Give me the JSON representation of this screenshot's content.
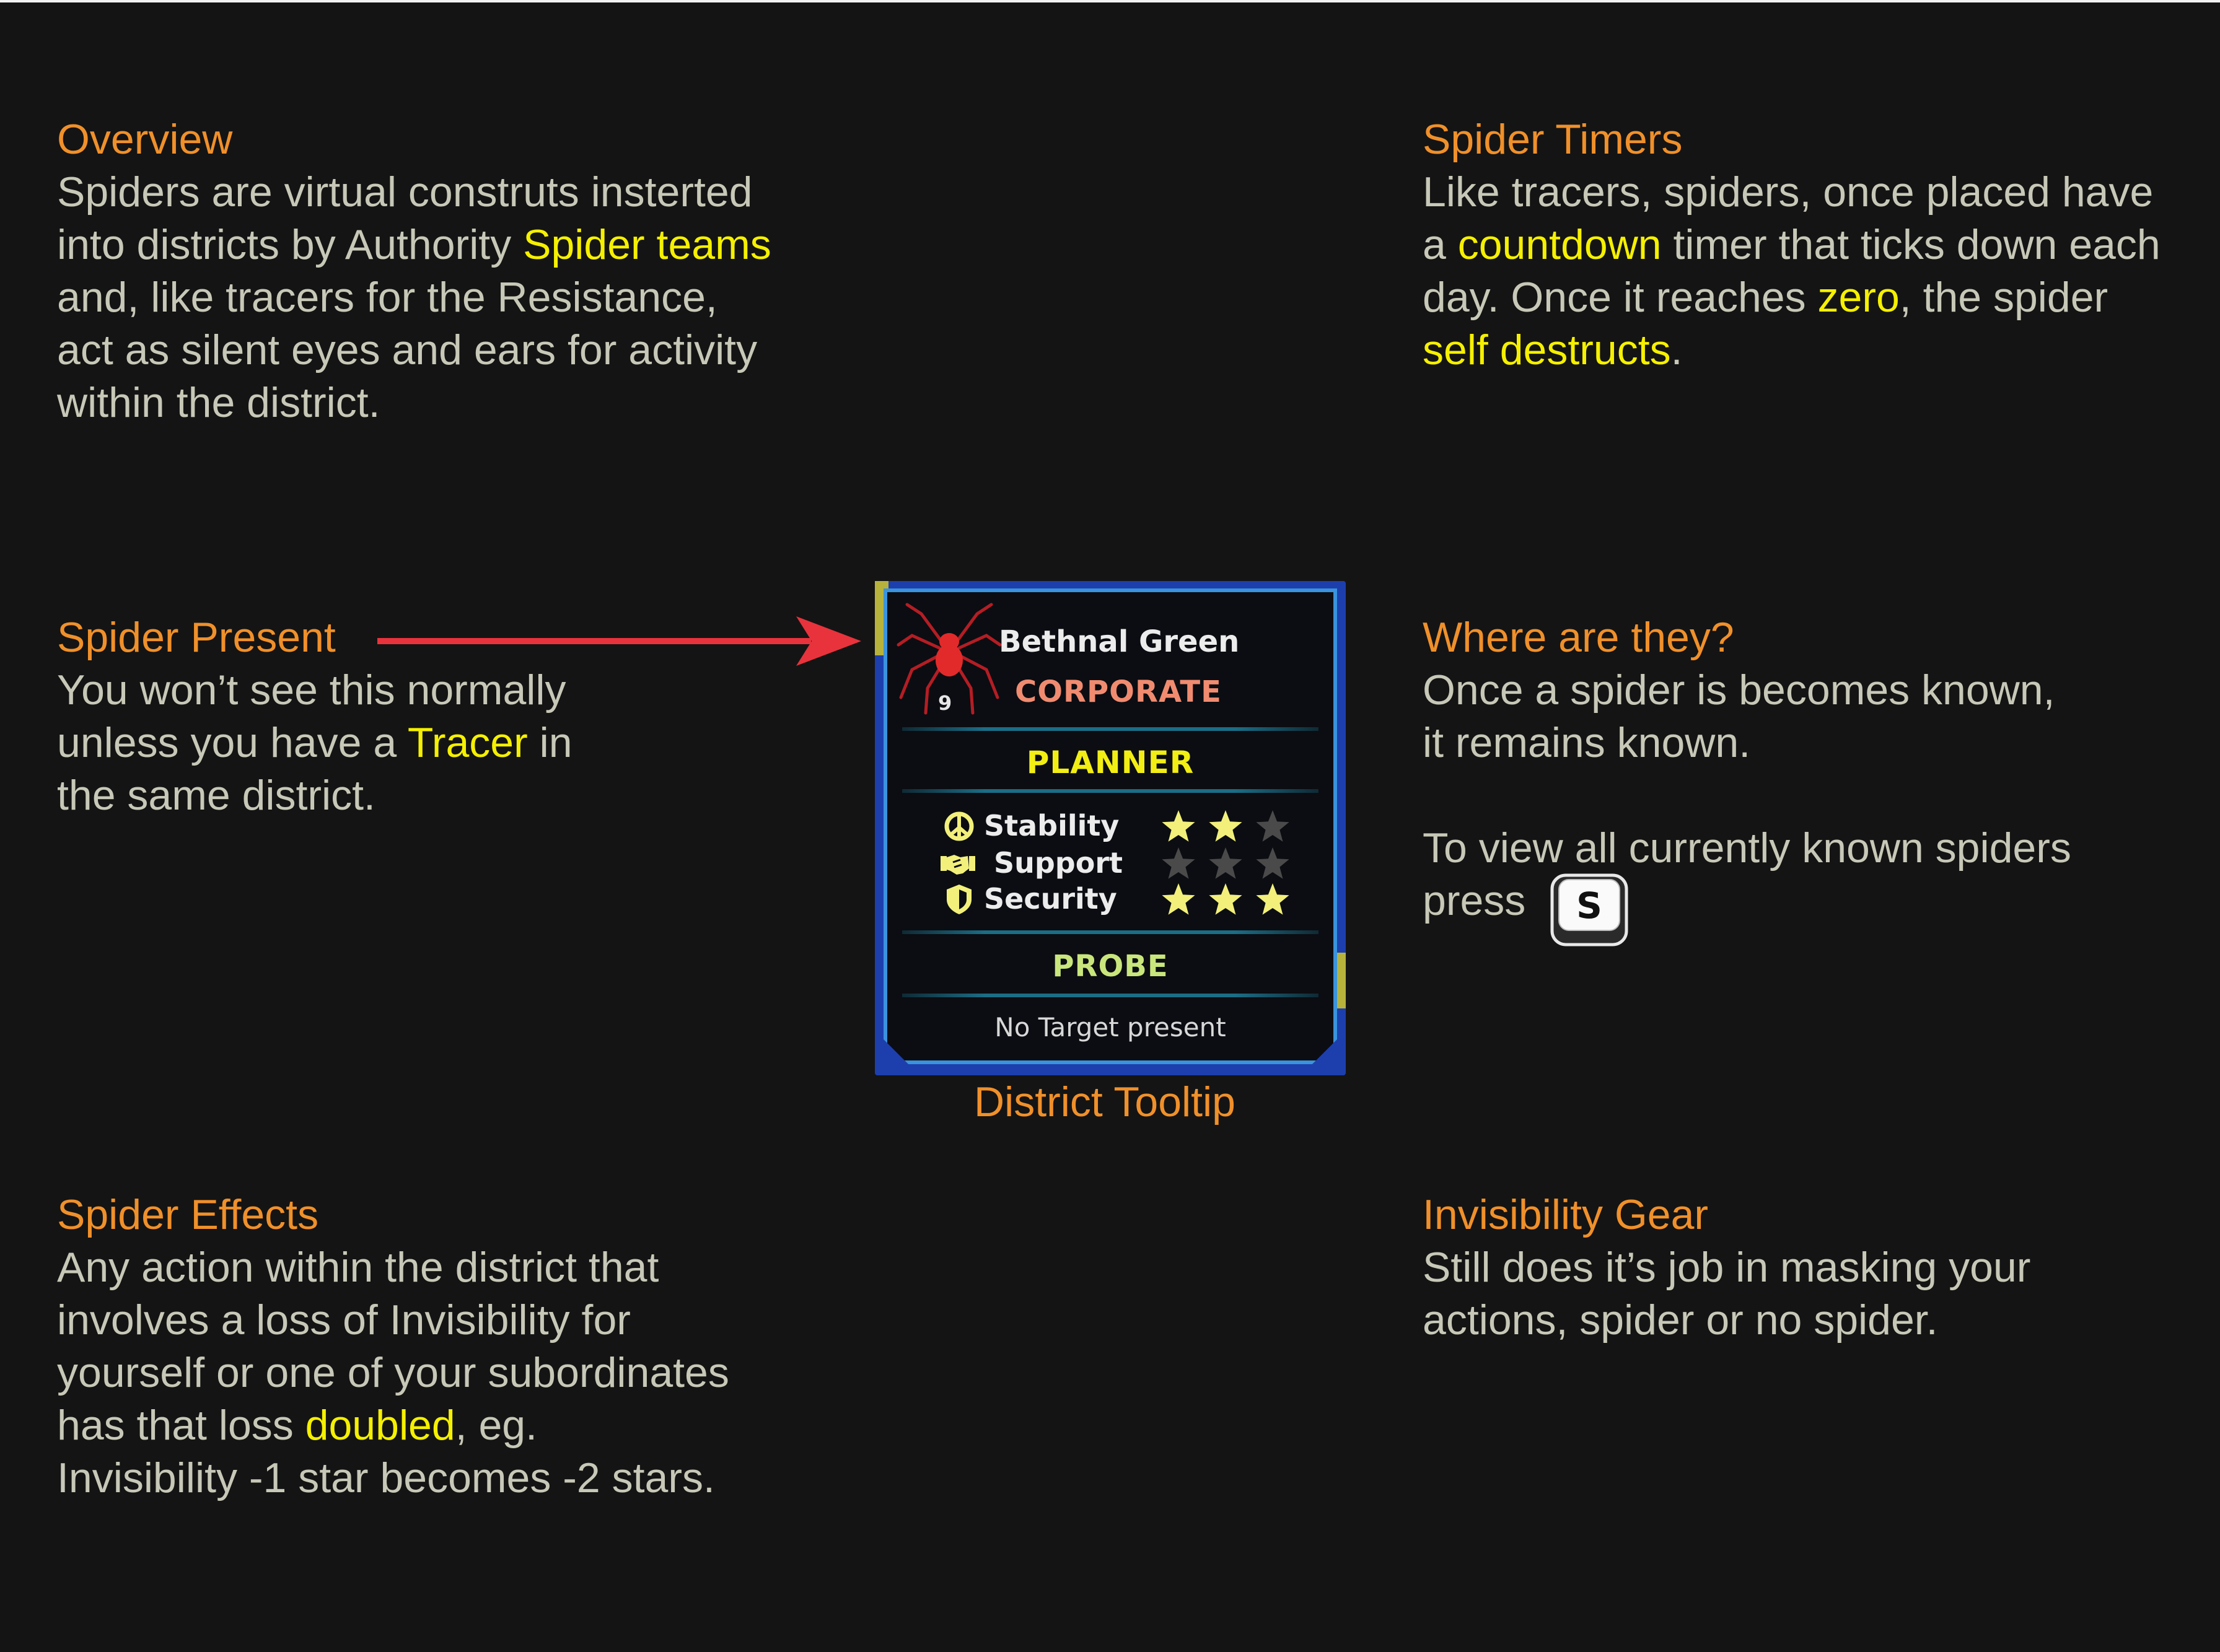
{
  "overview": {
    "heading": "Overview",
    "l1": "Spiders are virtual construts insterted",
    "l2a": "into districts by Authority ",
    "l2b": "Spider teams",
    "l3": "and, like tracers for the Resistance,",
    "l4": "act as silent eyes and ears for activity",
    "l5": "within the district."
  },
  "timers": {
    "heading": "Spider Timers",
    "l1": "Like tracers, spiders, once placed have",
    "l2a": "a ",
    "l2b": "countdown",
    "l2c": " timer that ticks down each",
    "l3a": "day. Once it reaches ",
    "l3b": "zero",
    "l3c": ", the spider",
    "l4a": "self destructs",
    "l4b": "."
  },
  "present": {
    "heading": "Spider Present",
    "l1": "You won’t see this normally",
    "l2a": "unless you have a ",
    "l2b": "Tracer",
    "l2c": " in",
    "l3": "the same district."
  },
  "where": {
    "heading": "Where are they?",
    "l1": "Once a spider is becomes known,",
    "l2": "it remains known.",
    "l3": "To view all currently known spiders",
    "l4": "press",
    "key_label": "S"
  },
  "effects": {
    "heading": "Spider Effects",
    "l1": "Any action within the district that",
    "l2": "involves a loss of Invisibility for",
    "l3": "yourself or one of your subordinates",
    "l4a": "has that loss ",
    "l4b": "doubled",
    "l4c": ", eg.",
    "l5": "Invisibility -1 star becomes -2 stars."
  },
  "gear": {
    "heading": "Invisibility Gear",
    "l1": "Still does it’s job in masking your",
    "l2": "actions, spider or no spider."
  },
  "tooltip": {
    "district": "Bethnal Green",
    "faction": "CORPORATE",
    "spider_count": "9",
    "role": "PLANNER",
    "stats": [
      {
        "label": "Stability",
        "icon": "peace-icon",
        "rating": 2,
        "max": 3
      },
      {
        "label": "Support",
        "icon": "handshake-icon",
        "rating": 0,
        "max": 3
      },
      {
        "label": "Security",
        "icon": "shield-icon",
        "rating": 3,
        "max": 3
      }
    ],
    "probe": "PROBE",
    "target": "No Target present",
    "caption": "District Tooltip"
  },
  "colors": {
    "heading": "#f0902a",
    "highlight": "#f5f000",
    "body": "#c8c8b8",
    "background": "#141414",
    "star_on": "#f2f07a",
    "star_off": "#4a4a4a",
    "arrow": "#e8333c"
  }
}
